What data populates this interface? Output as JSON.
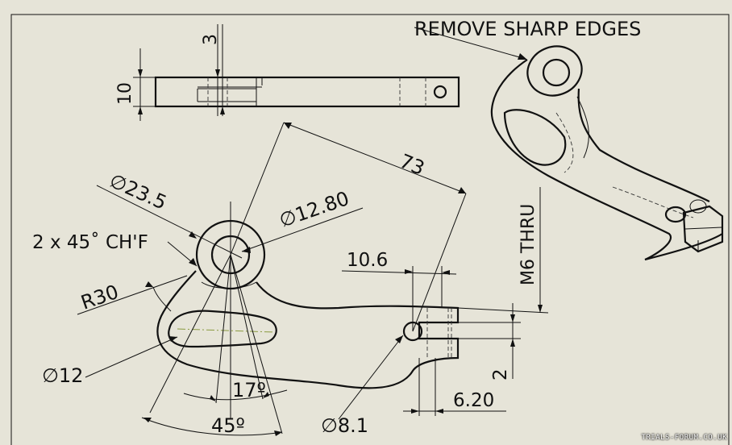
{
  "labels": {
    "remove_sharp_edges": "REMOVE SHARP EDGES",
    "dim_73": "73",
    "dim_dia_23_5": "23.5",
    "dim_dia_12_80": "12.80",
    "dim_chamfer": "2 x 45˚ CH'F",
    "dim_r30": "R30",
    "dim_dia_12": "12",
    "dim_17deg": "17º",
    "dim_45deg": "45º",
    "dim_dia_8_1": "8.1",
    "dim_10_6": "10.6",
    "dim_6_20": "6.20",
    "dim_2": "2",
    "dim_m6": "M6 THRU",
    "dim_10": "10",
    "dim_3": "3",
    "diameter_symbol": "∅"
  },
  "watermark": "TRIALS-FORUM.CO.UK",
  "colors": {
    "background": "#e6e4d8",
    "line": "#111111",
    "center_line": "#8a9a40"
  }
}
